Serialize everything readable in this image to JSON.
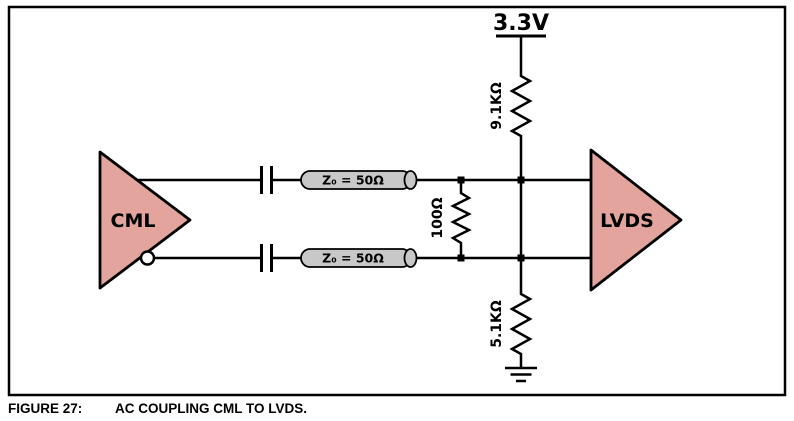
{
  "figure": {
    "caption_label": "FIGURE 27:",
    "caption_title": "AC COUPLING CML TO LVDS."
  },
  "diagram": {
    "supply": "3.3V",
    "resistor_top": "9.1KΩ",
    "resistor_middle": "100Ω",
    "resistor_bottom": "5.1KΩ",
    "tline_top": "Z₀ = 50Ω",
    "tline_bottom": "Z₀ = 50Ω",
    "driver": "CML",
    "receiver": "LVDS"
  },
  "colors": {
    "triangle_fill": "#E3A49D",
    "tline_fill": "#C8C8C8",
    "wire": "#000000"
  }
}
